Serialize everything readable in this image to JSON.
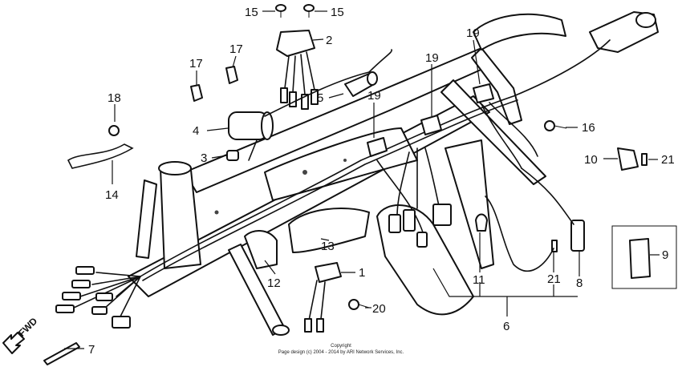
{
  "callouts": [
    {
      "id": "p15a",
      "label": "15"
    },
    {
      "id": "p15b",
      "label": "15"
    },
    {
      "id": "p2",
      "label": "2"
    },
    {
      "id": "p17a",
      "label": "17"
    },
    {
      "id": "p17b",
      "label": "17"
    },
    {
      "id": "p5",
      "label": "5"
    },
    {
      "id": "p19a",
      "label": "19"
    },
    {
      "id": "p19b",
      "label": "19"
    },
    {
      "id": "p19c",
      "label": "19"
    },
    {
      "id": "p18",
      "label": "18"
    },
    {
      "id": "p4",
      "label": "4"
    },
    {
      "id": "p3",
      "label": "3"
    },
    {
      "id": "p14",
      "label": "14"
    },
    {
      "id": "p16",
      "label": "16"
    },
    {
      "id": "p10",
      "label": "10"
    },
    {
      "id": "p21a",
      "label": "21"
    },
    {
      "id": "p21b",
      "label": "21"
    },
    {
      "id": "p13",
      "label": "13"
    },
    {
      "id": "p12",
      "label": "12"
    },
    {
      "id": "p1",
      "label": "1"
    },
    {
      "id": "p11",
      "label": "11"
    },
    {
      "id": "p8",
      "label": "8"
    },
    {
      "id": "p9",
      "label": "9"
    },
    {
      "id": "p6",
      "label": "6"
    },
    {
      "id": "p20",
      "label": "20"
    },
    {
      "id": "p7",
      "label": "7"
    }
  ],
  "fwd_label": "FWD",
  "copyright": {
    "line1": "Copyright",
    "line2": "Page design (c) 2004 - 2014 by ARI Network Services, Inc."
  }
}
